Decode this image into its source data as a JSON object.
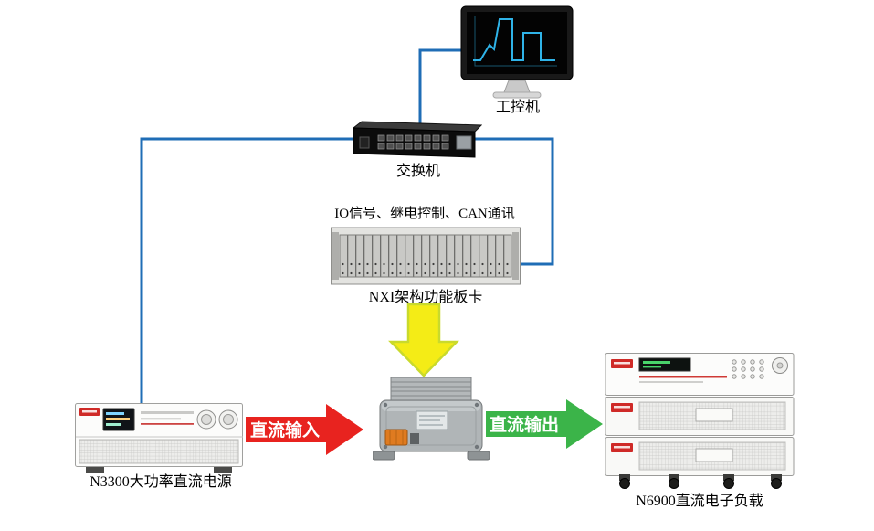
{
  "diagram": {
    "nodes": {
      "pc": {
        "label": "工控机",
        "icon": "monitor-icon"
      },
      "switch": {
        "label": "交换机",
        "icon": "network-switch-icon"
      },
      "nxi": {
        "label": "NXI架构功能板卡",
        "note": "IO信号、继电控制、CAN通讯",
        "icon": "card-rack-icon"
      },
      "dut": {
        "icon": "dc-converter-icon"
      },
      "psu": {
        "label": "N3300大功率直流电源",
        "icon": "power-supply-icon"
      },
      "load": {
        "label": "N6900直流电子负载",
        "icon": "electronic-load-icon"
      }
    },
    "arrows": {
      "dc_input": "直流输入",
      "dc_output": "直流输出"
    },
    "colors": {
      "line": "#1f6db6",
      "arrow_red": "#e8231f",
      "arrow_green": "#3bb449",
      "arrow_yellow": "#f4ec16",
      "arrow_yellow_border": "#c9da2c",
      "chart_line": "#2fb3e8"
    }
  }
}
